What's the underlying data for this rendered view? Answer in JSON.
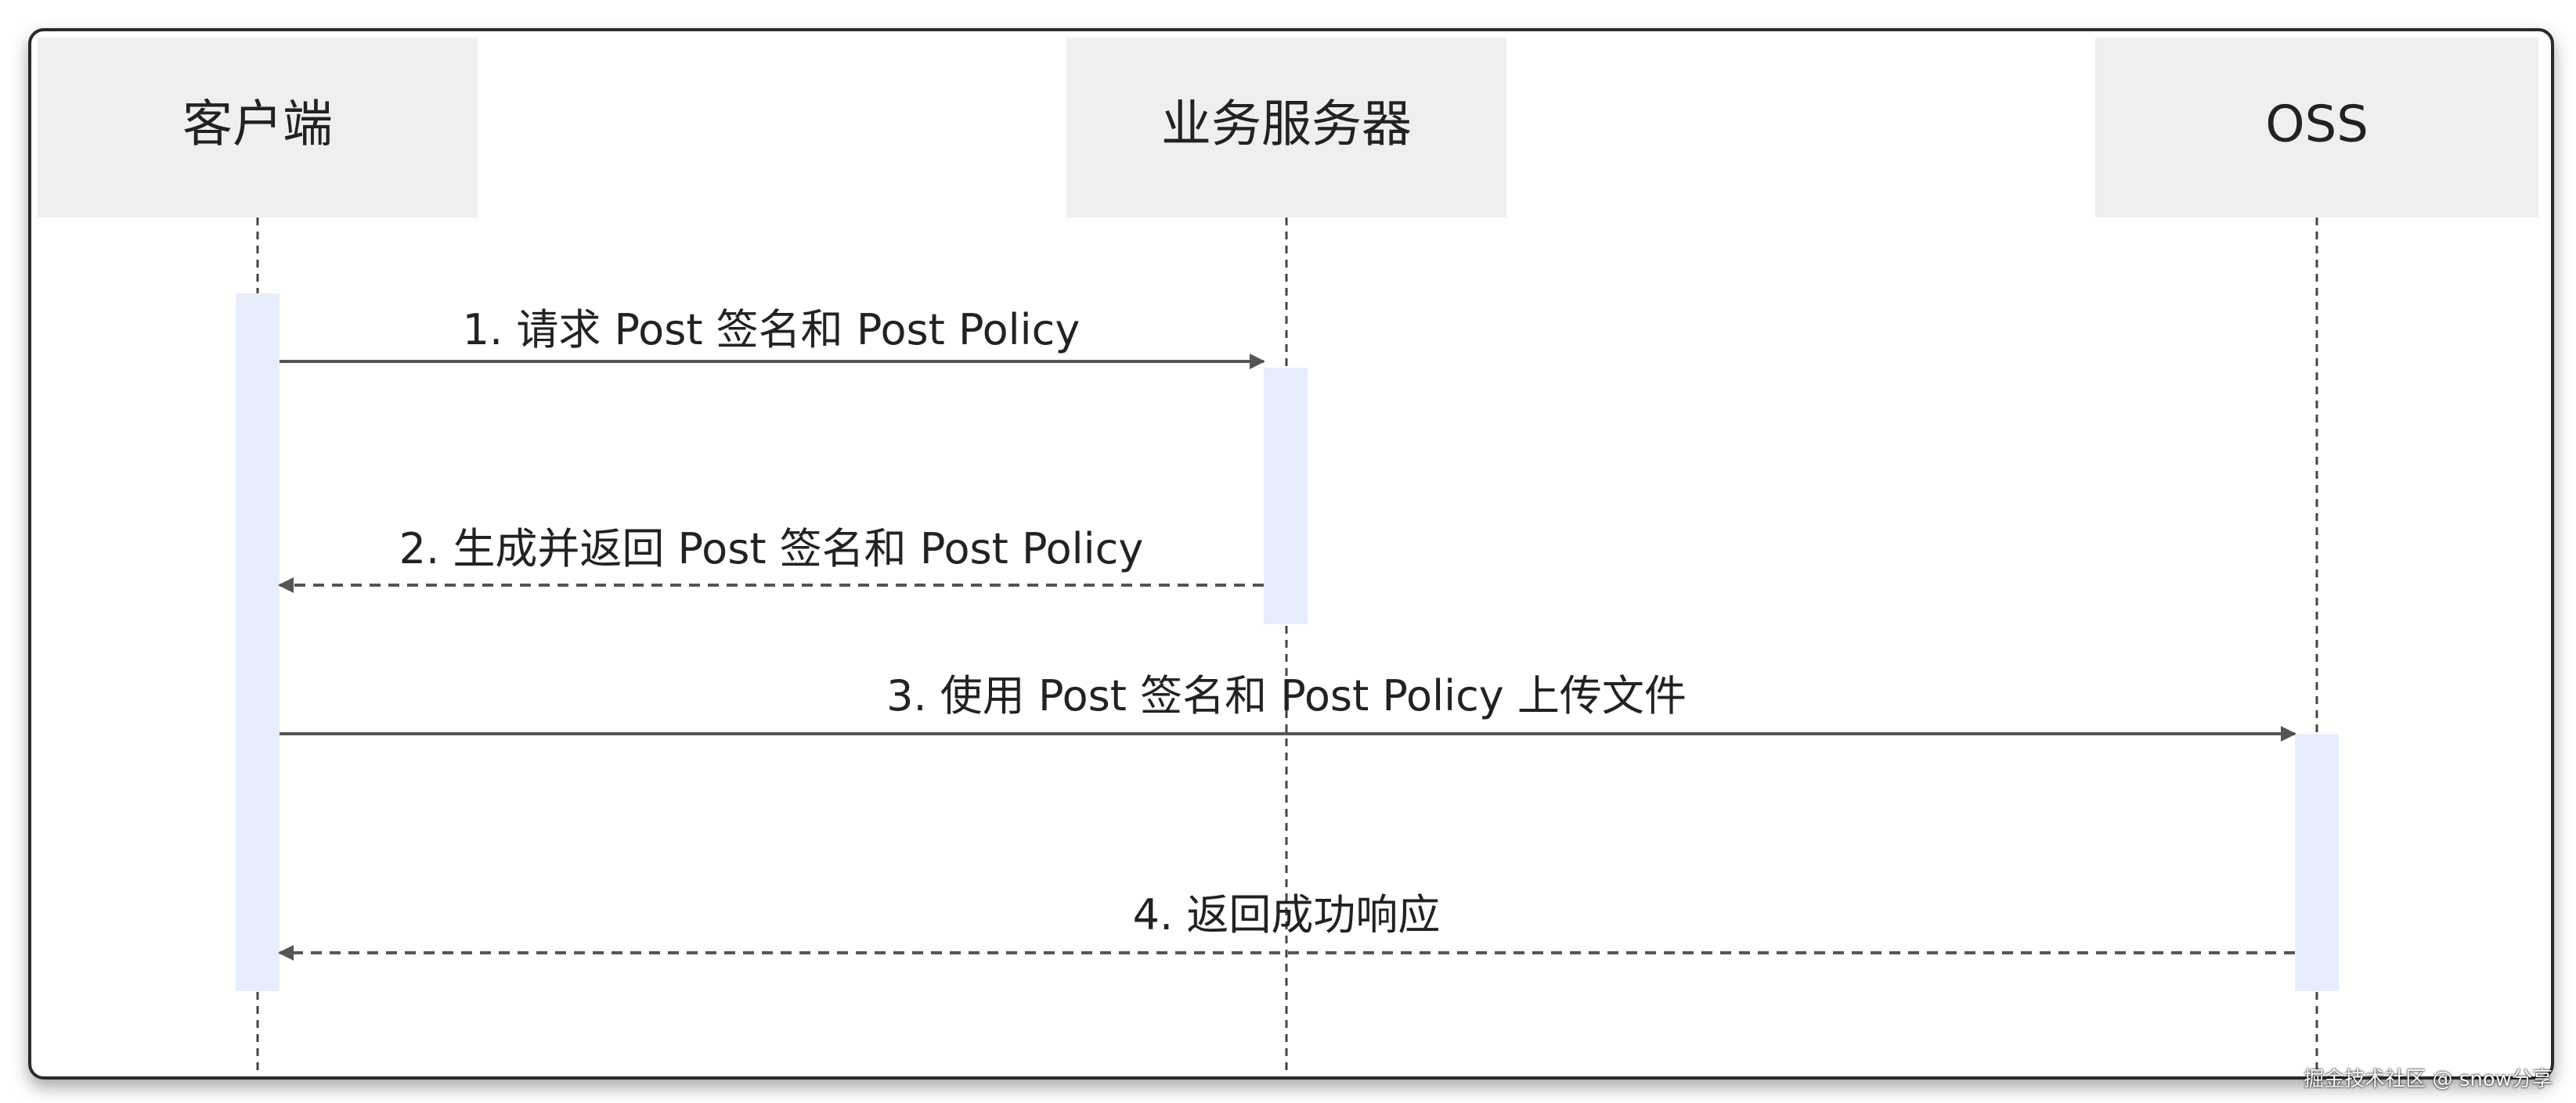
{
  "participants": [
    {
      "id": "client",
      "label": "客户端"
    },
    {
      "id": "server",
      "label": "业务服务器"
    },
    {
      "id": "oss",
      "label": "OSS"
    }
  ],
  "messages": [
    {
      "from": "client",
      "to": "server",
      "label": "1. 请求 Post 签名和  Post Policy",
      "style": "solid"
    },
    {
      "from": "server",
      "to": "client",
      "label": "2. 生成并返回 Post 签名和 Post Policy",
      "style": "dashed"
    },
    {
      "from": "client",
      "to": "oss",
      "label": "3. 使用 Post 签名和 Post Policy 上传文件",
      "style": "solid"
    },
    {
      "from": "oss",
      "to": "client",
      "label": "4. 返回成功响应",
      "style": "dashed"
    }
  ],
  "watermark": "掘金技术社区 @ snow分享",
  "colors": {
    "participant_box": "#efefef",
    "activation": "#e7eefb",
    "line": "#444444",
    "text": "#222222"
  }
}
